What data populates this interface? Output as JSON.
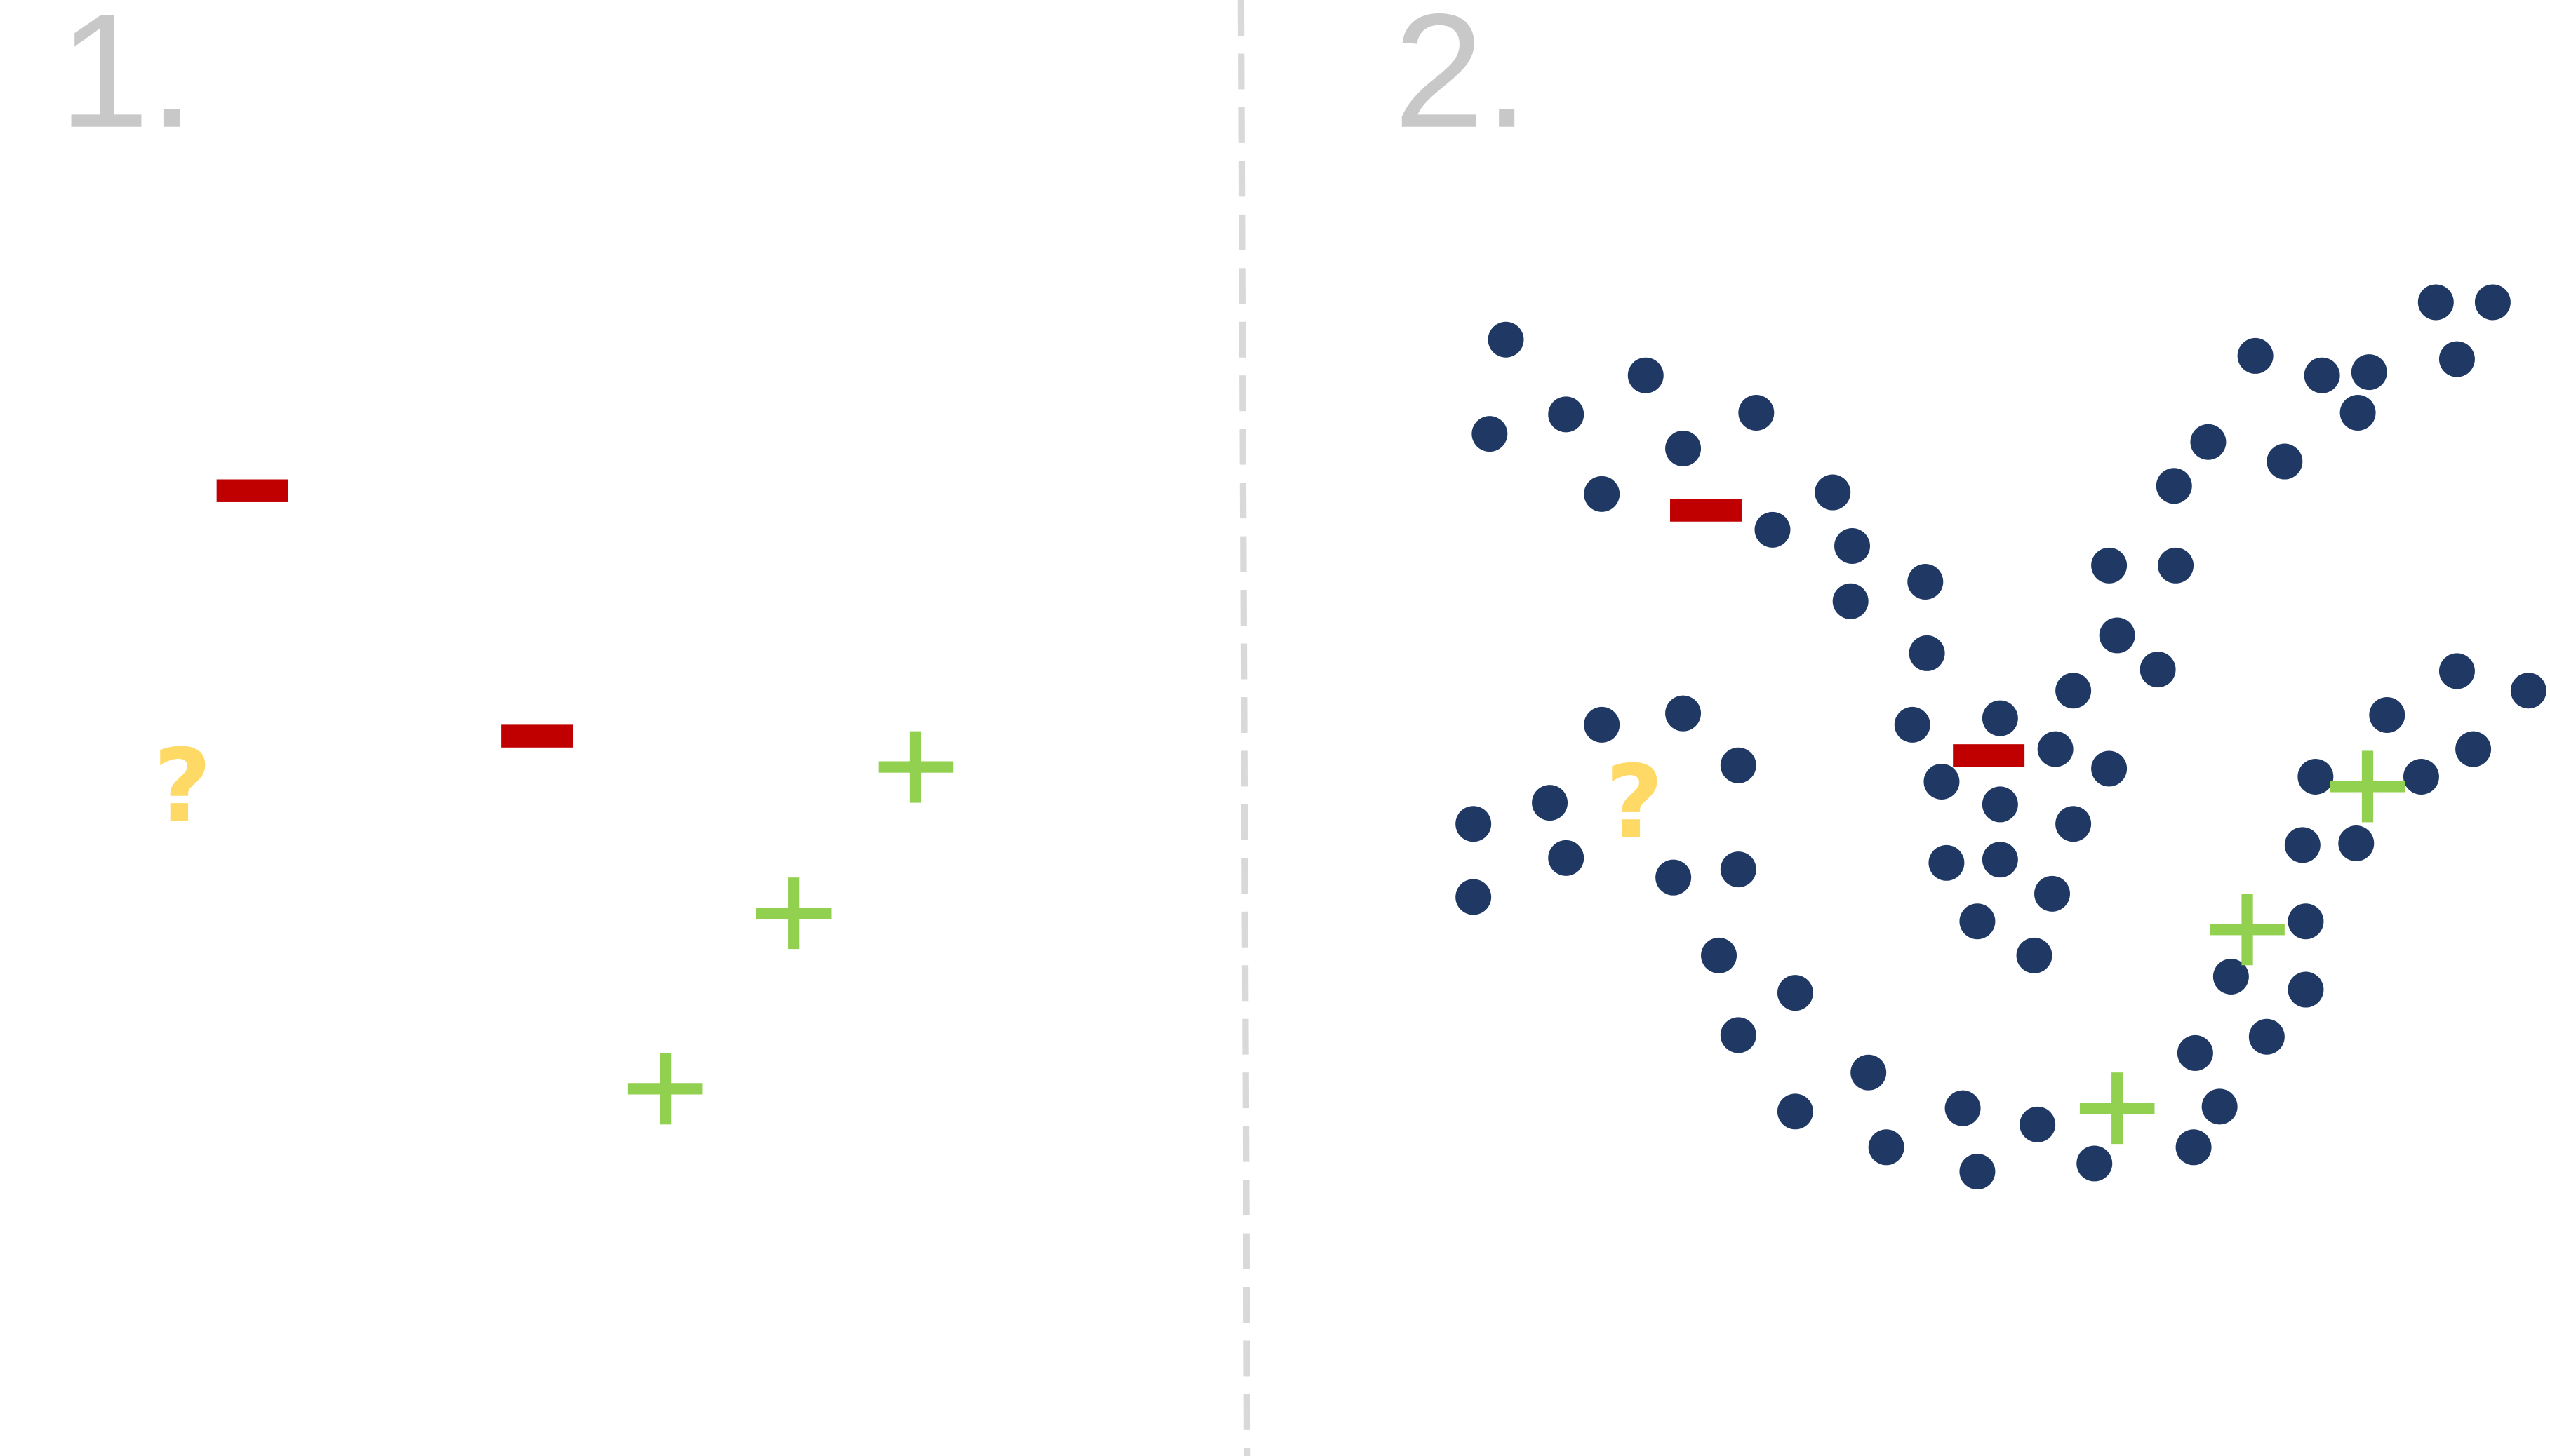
{
  "panels": [
    {
      "label": "1.",
      "negatives": [
        [
          155,
          302
        ],
        [
          330,
          453
        ]
      ],
      "positives": [
        [
          563,
          472
        ],
        [
          488,
          562
        ],
        [
          409,
          670
        ]
      ],
      "unknown": [
        112,
        485
      ],
      "points": []
    },
    {
      "label": "2.",
      "negatives": [
        [
          1049,
          314
        ],
        [
          1223,
          465
        ]
      ],
      "positives": [
        [
          1456,
          484
        ],
        [
          1382,
          572
        ],
        [
          1302,
          682
        ]
      ],
      "unknown": [
        1005,
        495
      ],
      "points": [
        [
          926,
          209
        ],
        [
          916,
          267
        ],
        [
          963,
          255
        ],
        [
          985,
          304
        ],
        [
          1012,
          231
        ],
        [
          1035,
          276
        ],
        [
          1080,
          254
        ],
        [
          1090,
          326
        ],
        [
          1127,
          303
        ],
        [
          1139,
          336
        ],
        [
          1138,
          370
        ],
        [
          1184,
          358
        ],
        [
          1185,
          402
        ],
        [
          1176,
          446
        ],
        [
          1194,
          481
        ],
        [
          1197,
          531
        ],
        [
          1216,
          567
        ],
        [
          1230,
          442
        ],
        [
          1230,
          495
        ],
        [
          1230,
          529
        ],
        [
          1251,
          588
        ],
        [
          1262,
          550
        ],
        [
          1264,
          461
        ],
        [
          1275,
          425
        ],
        [
          1275,
          507
        ],
        [
          1297,
          348
        ],
        [
          1302,
          391
        ],
        [
          1297,
          473
        ],
        [
          1327,
          412
        ],
        [
          1337,
          299
        ],
        [
          1338,
          348
        ],
        [
          1358,
          272
        ],
        [
          1387,
          219
        ],
        [
          1405,
          284
        ],
        [
          1428,
          231
        ],
        [
          1450,
          254
        ],
        [
          1457,
          229
        ],
        [
          1498,
          186
        ],
        [
          1511,
          221
        ],
        [
          1533,
          186
        ],
        [
          985,
          446
        ],
        [
          1035,
          439
        ],
        [
          1069,
          471
        ],
        [
          906,
          507
        ],
        [
          953,
          494
        ],
        [
          963,
          528
        ],
        [
          906,
          552
        ],
        [
          1029,
          540
        ],
        [
          1069,
          535
        ],
        [
          1057,
          588
        ],
        [
          1104,
          611
        ],
        [
          1069,
          637
        ],
        [
          1104,
          684
        ],
        [
          1149,
          660
        ],
        [
          1160,
          706
        ],
        [
          1207,
          682
        ],
        [
          1216,
          721
        ],
        [
          1253,
          692
        ],
        [
          1288,
          716
        ],
        [
          1349,
          706
        ],
        [
          1365,
          681
        ],
        [
          1350,
          648
        ],
        [
          1372,
          601
        ],
        [
          1394,
          638
        ],
        [
          1418,
          609
        ],
        [
          1418,
          567
        ],
        [
          1416,
          520
        ],
        [
          1449,
          519
        ],
        [
          1424,
          478
        ],
        [
          1468,
          440
        ],
        [
          1489,
          478
        ],
        [
          1521,
          461
        ],
        [
          1511,
          413
        ],
        [
          1555,
          425
        ]
      ]
    }
  ],
  "colors": {
    "label": "#c8c8c8",
    "divider": "#d9d9d9",
    "negative": "#c00000",
    "positive": "#92d050",
    "unknown": "#ffd966",
    "point": "#1f3864"
  },
  "icons": {
    "negative": "minus-icon",
    "positive": "plus-icon",
    "unknown": "question-mark-icon",
    "point": "data-point-icon"
  }
}
